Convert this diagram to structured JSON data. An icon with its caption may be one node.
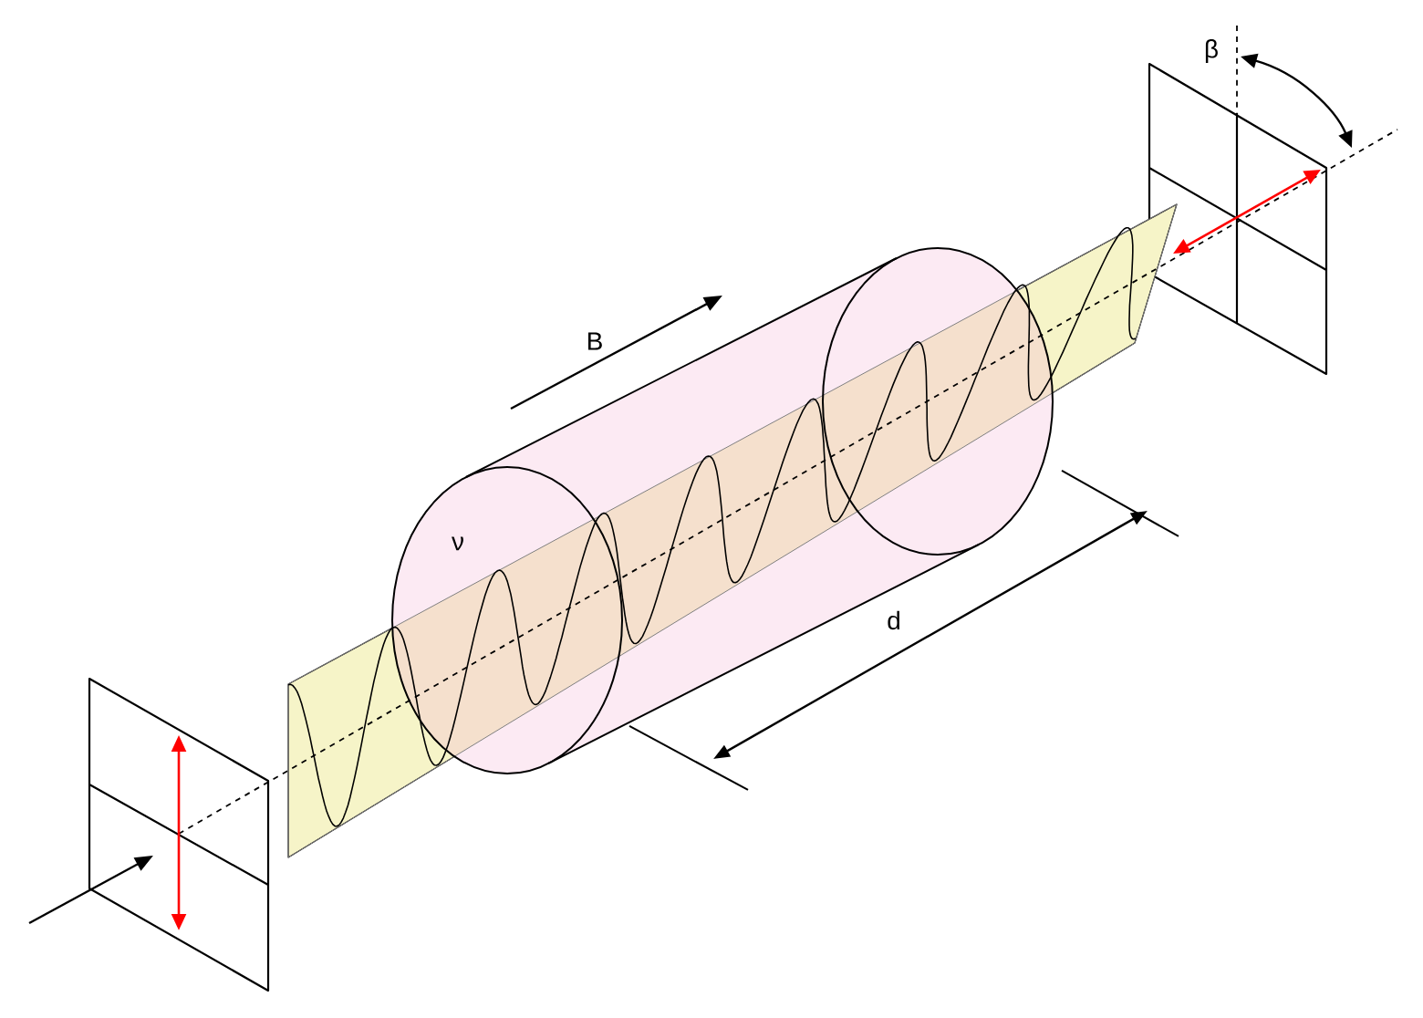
{
  "diagram": {
    "labels": [
      "β",
      "B",
      "ν",
      "d"
    ]
  }
}
